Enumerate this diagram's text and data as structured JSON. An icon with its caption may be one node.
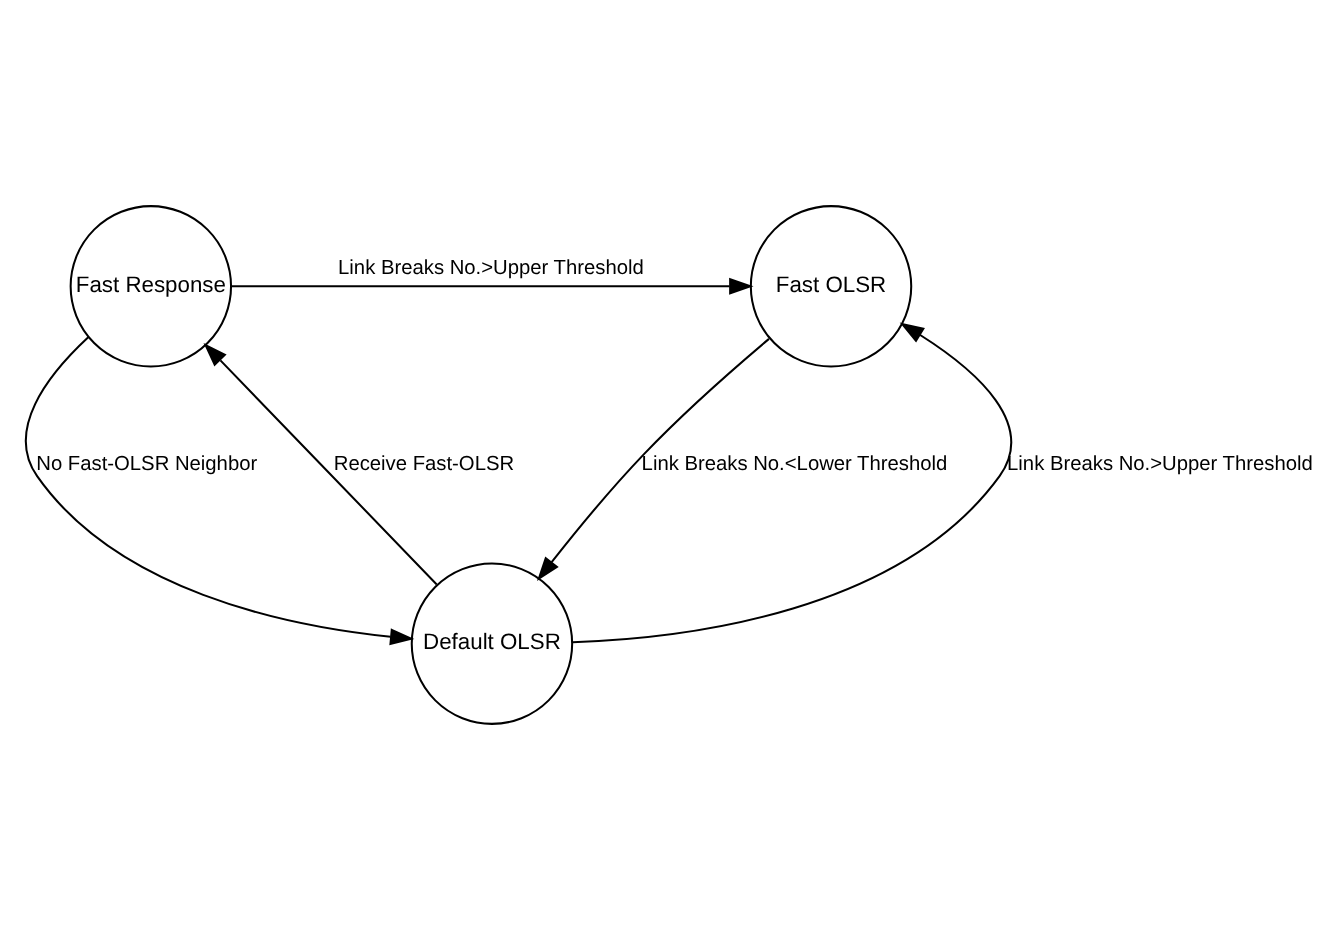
{
  "diagram": {
    "nodes": [
      {
        "text": [
          "Fast Response"
        ]
      },
      {
        "text": [
          "Fast OLSR"
        ]
      },
      {
        "text": [
          "Default OLSR"
        ]
      }
    ],
    "edges": [
      {
        "from": 0,
        "to": 1,
        "arrow": "to",
        "label": "Link Breaks No.>Upper Threshold"
      },
      {
        "from": 2,
        "to": 0,
        "arrow": "to",
        "label": "Receive Fast-OLSR"
      },
      {
        "from": 2,
        "to": 1,
        "arrow": "to",
        "label": "Link Breaks No.>Upper Threshold"
      },
      {
        "from": 1,
        "to": 2,
        "arrow": "to",
        "label": "Link Breaks No.<Lower Threshold"
      },
      {
        "from": 0,
        "to": 2,
        "arrow": "to",
        "label": "No Fast-OLSR Neighbor"
      }
    ]
  }
}
